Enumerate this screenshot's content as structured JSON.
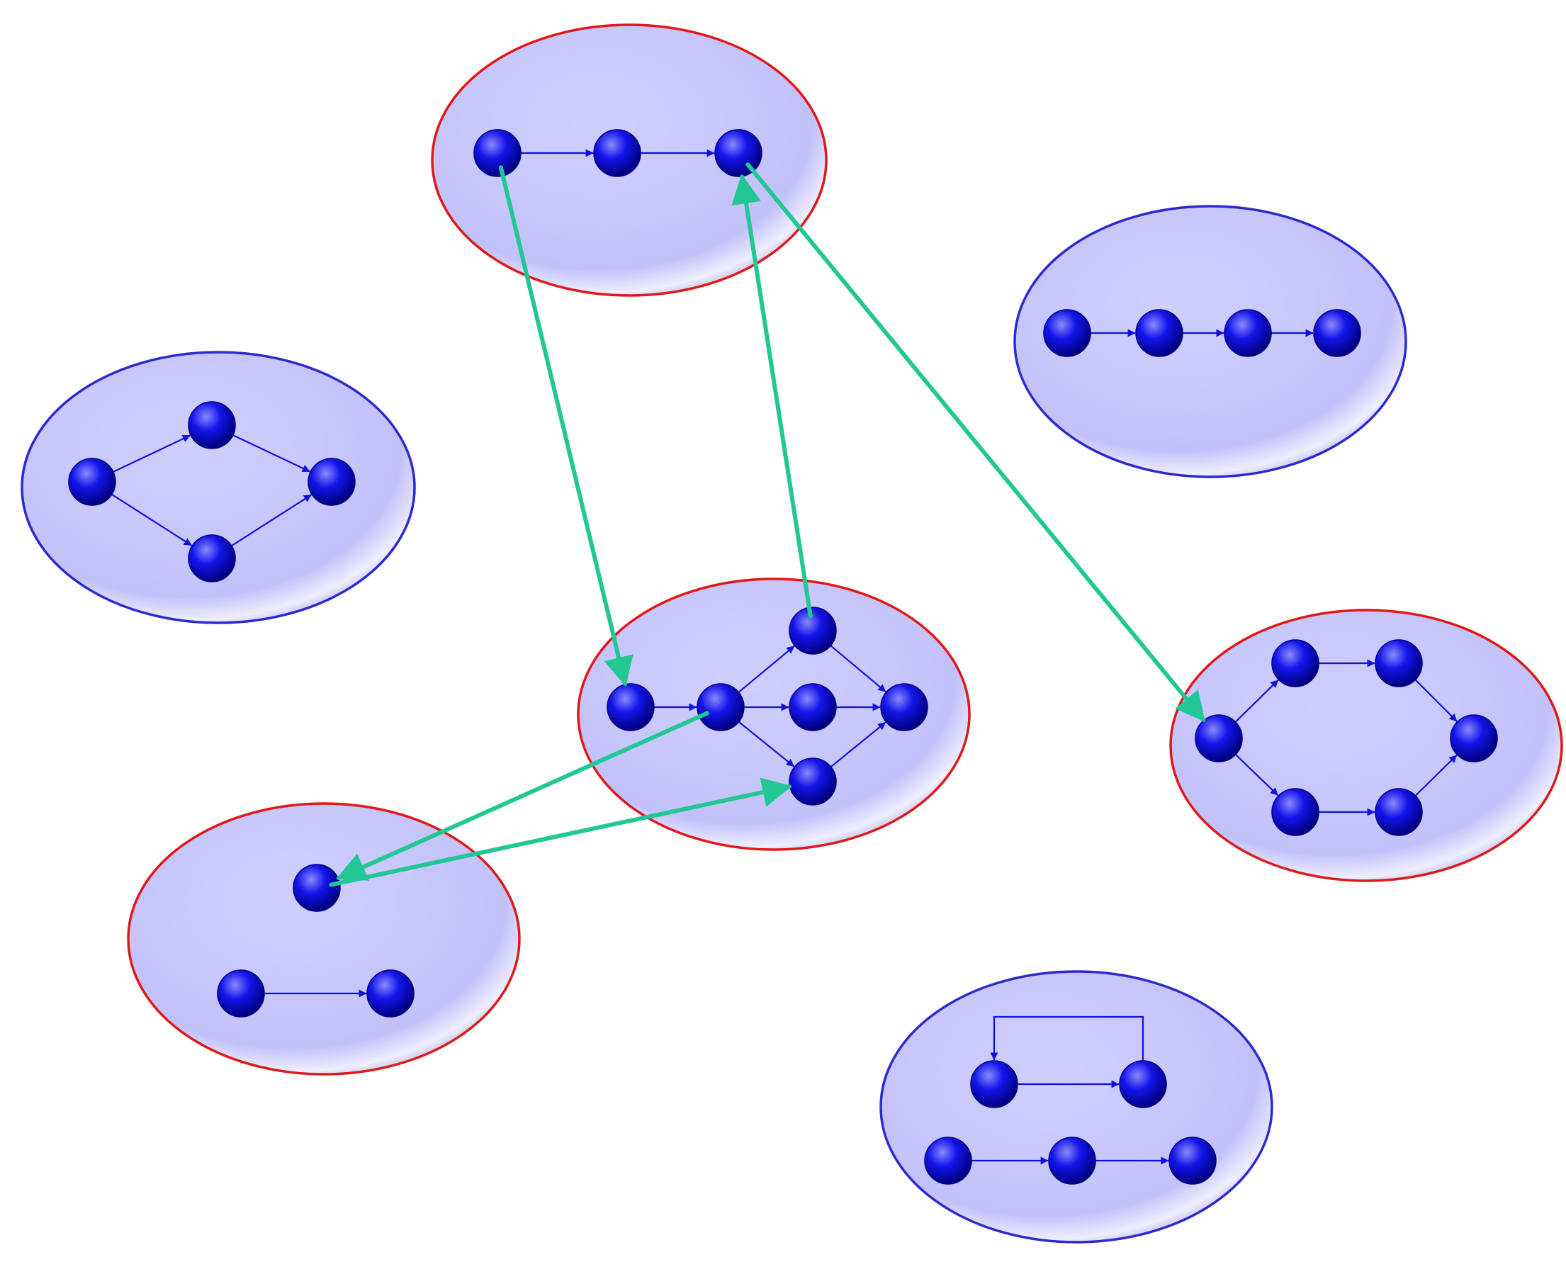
{
  "colors": {
    "background": "#ffffff",
    "cluster_fill": "#c3c3fb",
    "cluster_highlight": "#eeeeff",
    "cluster_shadow": "#9b9bd6",
    "cluster_border_normal": "#2a2ad0",
    "cluster_border_highlight": "#e01818",
    "node_fill": "#1010e6",
    "node_dark": "#00008a",
    "node_light": "#9a9aff",
    "intra_edge": "#1111dd",
    "inter_edge": "#22c793"
  },
  "clusters": [
    {
      "id": "top",
      "border": "highlight",
      "nodes": [
        "t1",
        "t2",
        "t3"
      ]
    },
    {
      "id": "top-right",
      "border": "normal",
      "nodes": [
        "r1",
        "r2",
        "r3",
        "r4"
      ]
    },
    {
      "id": "left",
      "border": "normal",
      "nodes": [
        "l1",
        "l2",
        "l3",
        "l4"
      ]
    },
    {
      "id": "center",
      "border": "highlight",
      "nodes": [
        "c1",
        "c2",
        "c3",
        "c4",
        "c5",
        "c6"
      ]
    },
    {
      "id": "right",
      "border": "highlight",
      "nodes": [
        "h1",
        "h2",
        "h3",
        "h4",
        "h5",
        "h6"
      ]
    },
    {
      "id": "bottom-left",
      "border": "highlight",
      "nodes": [
        "b1",
        "b2",
        "b3"
      ]
    },
    {
      "id": "bottom-right",
      "border": "normal",
      "nodes": [
        "d1",
        "d2",
        "d3",
        "d4",
        "d5"
      ]
    }
  ],
  "edges": [
    {
      "from": "t1",
      "to": "t2",
      "kind": "intra"
    },
    {
      "from": "t2",
      "to": "t3",
      "kind": "intra"
    },
    {
      "from": "r1",
      "to": "r2",
      "kind": "intra"
    },
    {
      "from": "r2",
      "to": "r3",
      "kind": "intra"
    },
    {
      "from": "r3",
      "to": "r4",
      "kind": "intra"
    },
    {
      "from": "l1",
      "to": "l2",
      "kind": "intra"
    },
    {
      "from": "l1",
      "to": "l3",
      "kind": "intra"
    },
    {
      "from": "l2",
      "to": "l4",
      "kind": "intra"
    },
    {
      "from": "l3",
      "to": "l4",
      "kind": "intra"
    },
    {
      "from": "c1",
      "to": "c2",
      "kind": "intra"
    },
    {
      "from": "c2",
      "to": "c3",
      "kind": "intra"
    },
    {
      "from": "c2",
      "to": "c4",
      "kind": "intra"
    },
    {
      "from": "c2",
      "to": "c5",
      "kind": "intra"
    },
    {
      "from": "c3",
      "to": "c6",
      "kind": "intra"
    },
    {
      "from": "c4",
      "to": "c6",
      "kind": "intra"
    },
    {
      "from": "c5",
      "to": "c6",
      "kind": "intra"
    },
    {
      "from": "h1",
      "to": "h2",
      "kind": "intra"
    },
    {
      "from": "h2",
      "to": "h3",
      "kind": "intra"
    },
    {
      "from": "h3",
      "to": "h4",
      "kind": "intra"
    },
    {
      "from": "h1",
      "to": "h5",
      "kind": "intra"
    },
    {
      "from": "h5",
      "to": "h6",
      "kind": "intra"
    },
    {
      "from": "h6",
      "to": "h4",
      "kind": "intra"
    },
    {
      "from": "b2",
      "to": "b3",
      "kind": "intra"
    },
    {
      "from": "d1",
      "to": "d2",
      "kind": "intra"
    },
    {
      "from": "d2",
      "to": "d1",
      "kind": "intra",
      "routing": "loop-over"
    },
    {
      "from": "d3",
      "to": "d4",
      "kind": "intra"
    },
    {
      "from": "d4",
      "to": "d5",
      "kind": "intra"
    },
    {
      "from": "t1",
      "to": "c1",
      "kind": "inter"
    },
    {
      "from": "c3",
      "to": "t3",
      "kind": "inter"
    },
    {
      "from": "t3",
      "to": "h1",
      "kind": "inter"
    },
    {
      "from": "c2",
      "to": "b1",
      "kind": "inter"
    },
    {
      "from": "b1",
      "to": "c5",
      "kind": "inter"
    }
  ]
}
